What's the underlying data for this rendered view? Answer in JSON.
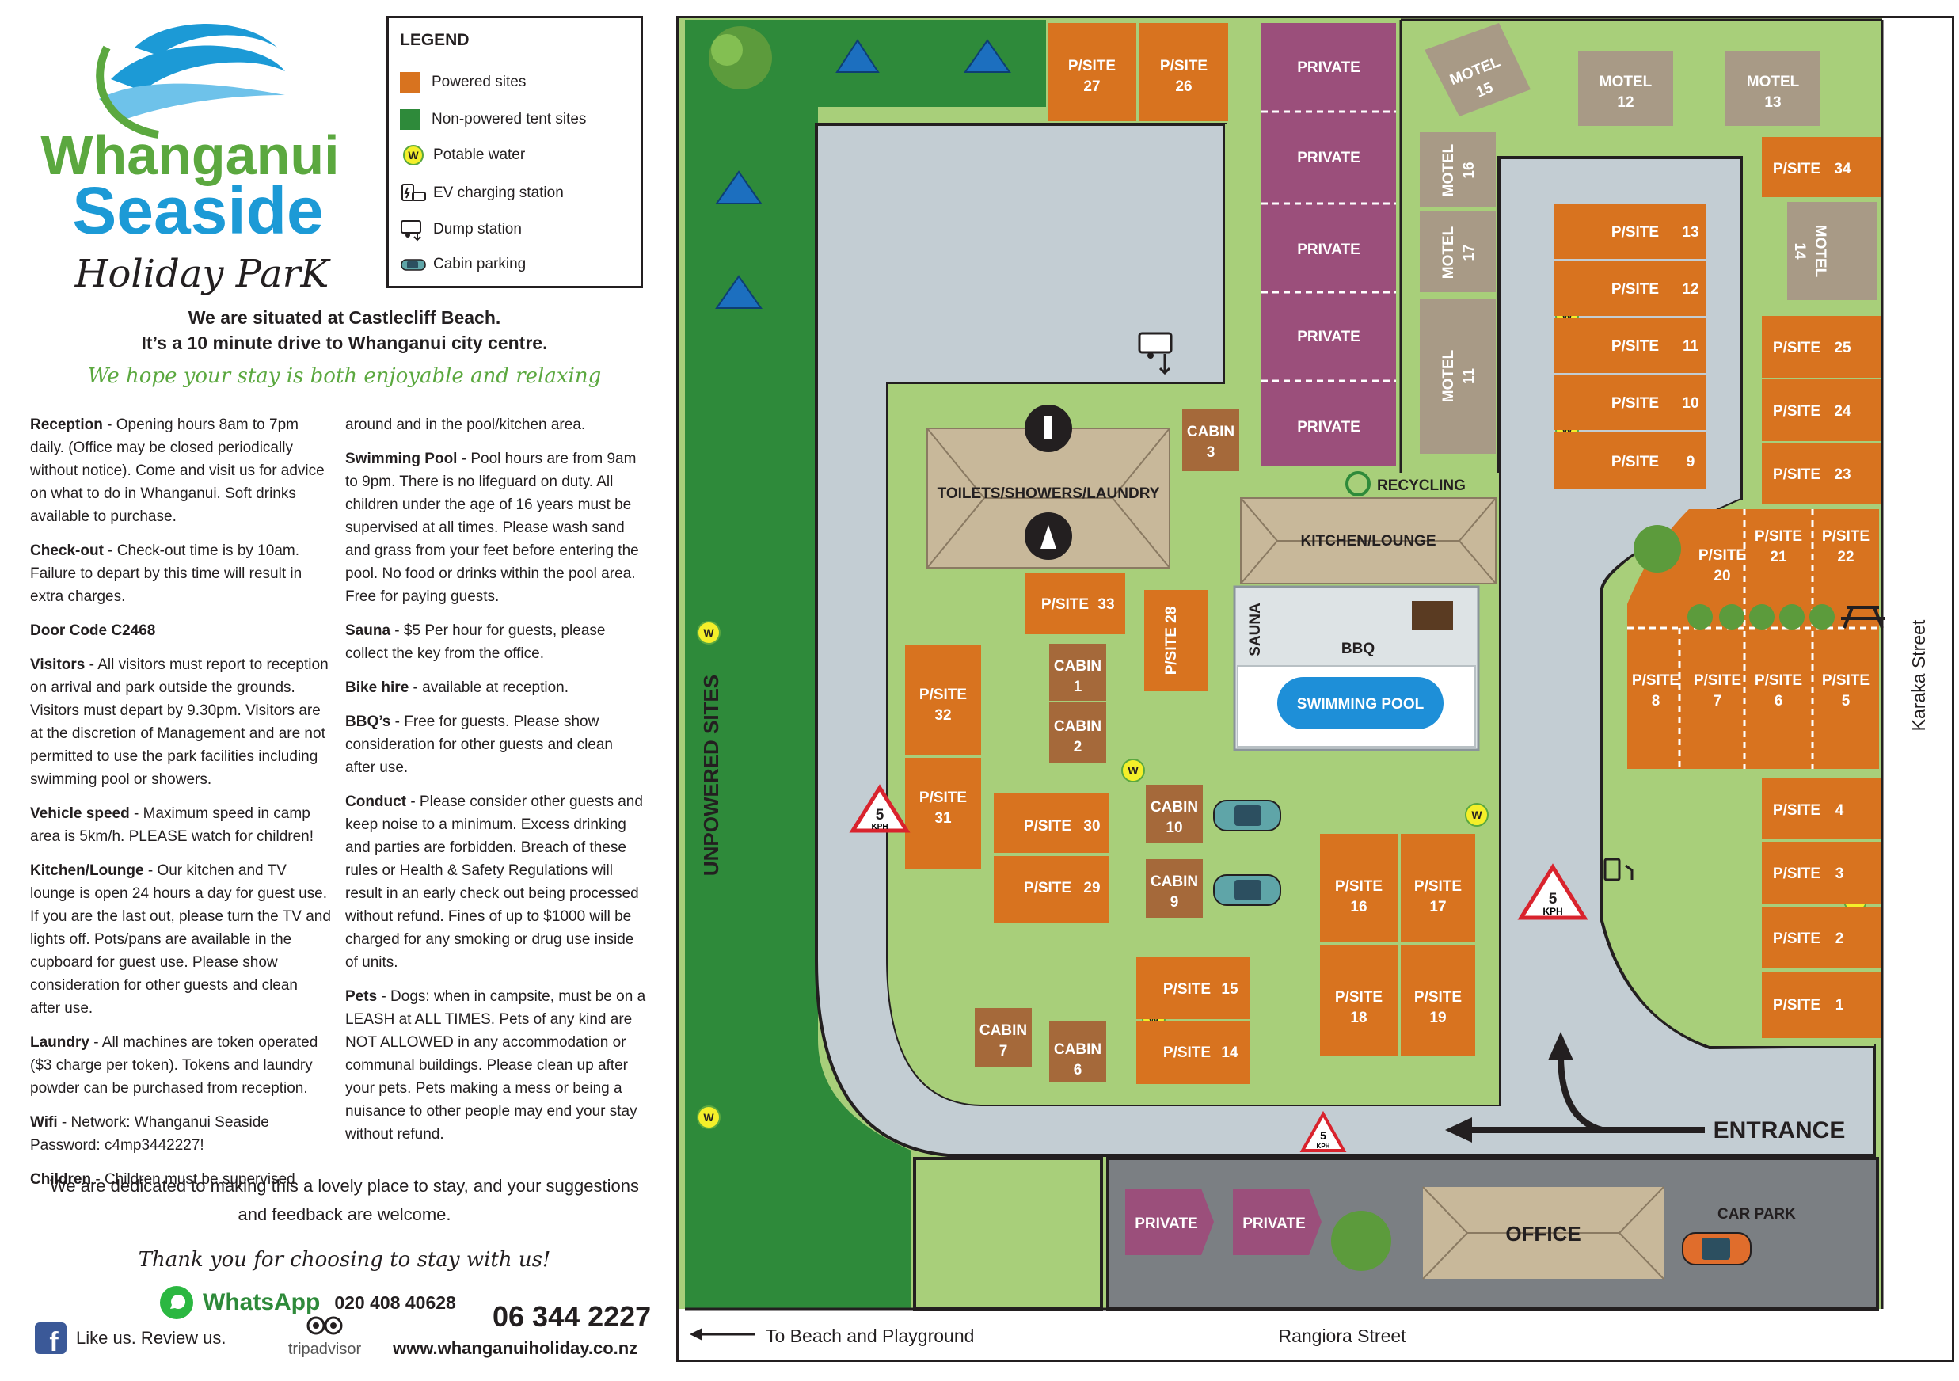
{
  "logo": {
    "line1": "Whanganui",
    "line2": "Seaside",
    "line3": "Holiday ParK"
  },
  "intro": {
    "line1": "We are situated at Castlecliff Beach.",
    "line2": "It’s a 10 minute drive to Whanganui city centre."
  },
  "tagline": "We hope your stay is both enjoyable and relaxing",
  "info_col1": [
    {
      "title": "Reception",
      "text": " - Opening hours 8am to 7pm daily. (Office may be closed periodically without notice). Come and visit us for advice on what to do in Whanganui. Soft drinks available to purchase."
    },
    {
      "title": "Check-out",
      "text": " - Check-out time is by 10am. Failure to depart by this time will result in extra charges."
    },
    {
      "title": "Door Code C2468",
      "text": ""
    },
    {
      "title": "Visitors",
      "text": " - All visitors must report to reception on arrival and park outside the grounds. Visitors must depart by 9.30pm. Visitors are at the discretion of Management and are not permitted to use the park facilities including swimming pool or showers."
    },
    {
      "title": "Vehicle speed",
      "text": " - Maximum speed in camp area is 5km/h. PLEASE watch for children!"
    },
    {
      "title": "Kitchen/Lounge",
      "text": " - Our kitchen and TV lounge is open 24 hours a day for guest use. If you are the last out, please turn the TV and lights off. Pots/pans are available in the cupboard for guest use. Please show consideration for other guests and clean after use."
    },
    {
      "title": "Laundry",
      "text": " - All machines are token operated ($3 charge per token). Tokens and laundry powder can be purchased from reception."
    },
    {
      "title": "Wifi",
      "text": " - Network: Whanganui Seaside Password: c4mp3442227!"
    },
    {
      "title": "Children",
      "text": " - Children must be supervised"
    }
  ],
  "info_col2": [
    {
      "title": "",
      "text": "around and in the pool/kitchen area."
    },
    {
      "title": "Swimming Pool",
      "text": " - Pool hours are from 9am to 9pm. There is no lifeguard on duty. All children under the age of 16 years must be supervised at all times. Please wash sand and grass from your feet before entering the pool. No food or drinks within the pool area. Free for paying guests."
    },
    {
      "title": "Sauna",
      "text": " - $5 Per hour for guests, please collect the key from the office."
    },
    {
      "title": "Bike hire",
      "text": " - available at reception."
    },
    {
      "title": "BBQ’s",
      "text": " - Free for guests. Please show consideration for other guests and clean after use."
    },
    {
      "title": "Conduct",
      "text": " - Please consider other guests and keep noise to a minimum. Excess drinking and parties are forbidden. Breach of these rules or Health & Safety Regulations will result in an early check out being processed without refund. Fines of up to $1000 will be charged for any smoking or drug use inside of units."
    },
    {
      "title": "Pets",
      "text": " - Dogs: when in campsite, must be on a LEASH at ALL TIMES. Pets of any kind are NOT ALLOWED in any accommodation or communal buildings. Please clean up after your pets. Pets making a mess or being a nuisance to other people may end your stay without refund."
    }
  ],
  "dedicated": {
    "line1": "We are dedicated to making this a lovely place to stay, and your suggestions",
    "line2": "and feedback are welcome."
  },
  "thankyou": "Thank you for choosing to stay with us!",
  "contact": {
    "whatsapp_label": "WhatsApp",
    "whatsapp_number": "020 408 40628",
    "phone": "06 344 2227",
    "facebook": "Like us. Review us.",
    "tripadvisor": "tripadvisor",
    "website": "www.whanganuiholiday.co.nz"
  },
  "legend": {
    "title": "LEGEND",
    "items": [
      {
        "label": "Powered sites",
        "color": "#d8731f"
      },
      {
        "label": "Non-powered tent sites",
        "color": "#2e8a3a"
      },
      {
        "label": "Potable water",
        "icon": "water-icon"
      },
      {
        "label": "EV charging station",
        "icon": "ev-charging-icon"
      },
      {
        "label": "Dump station",
        "icon": "dump-station-icon"
      },
      {
        "label": "Cabin parking",
        "icon": "car-icon"
      }
    ]
  },
  "colors": {
    "powered": "#d8731f",
    "tent": "#2e8a3a",
    "grass": "#a8cf7a",
    "road": "#c3cdd3",
    "private": "#9b4f7b",
    "building": "#c8b89a",
    "motel": "#a89a86",
    "cabin": "#a5693a",
    "water": "#f4ef2a",
    "pool": "#1e8fd8"
  },
  "map": {
    "unpowered_sites": "UNPOWERED SITES",
    "entrance": "ENTRANCE",
    "karaka_street": "Karaka Street",
    "rangiora_street": "Rangiora Street",
    "to_beach": "To Beach and Playground",
    "car_park": "CAR PARK",
    "office": "OFFICE",
    "recycling": "RECYCLING",
    "kitchen_lounge": "KITCHEN/LOUNGE",
    "toilets": "TOILETS/SHOWERS/LAUNDRY",
    "sauna": "SAUNA",
    "bbq": "BBQ",
    "swimming_pool": "SWIMMING POOL",
    "private": "PRIVATE",
    "speed": "5",
    "speed_unit": "KPH",
    "psite": "P/SITE",
    "cabin": "CABIN",
    "motel": "MOTEL",
    "water": "W"
  }
}
